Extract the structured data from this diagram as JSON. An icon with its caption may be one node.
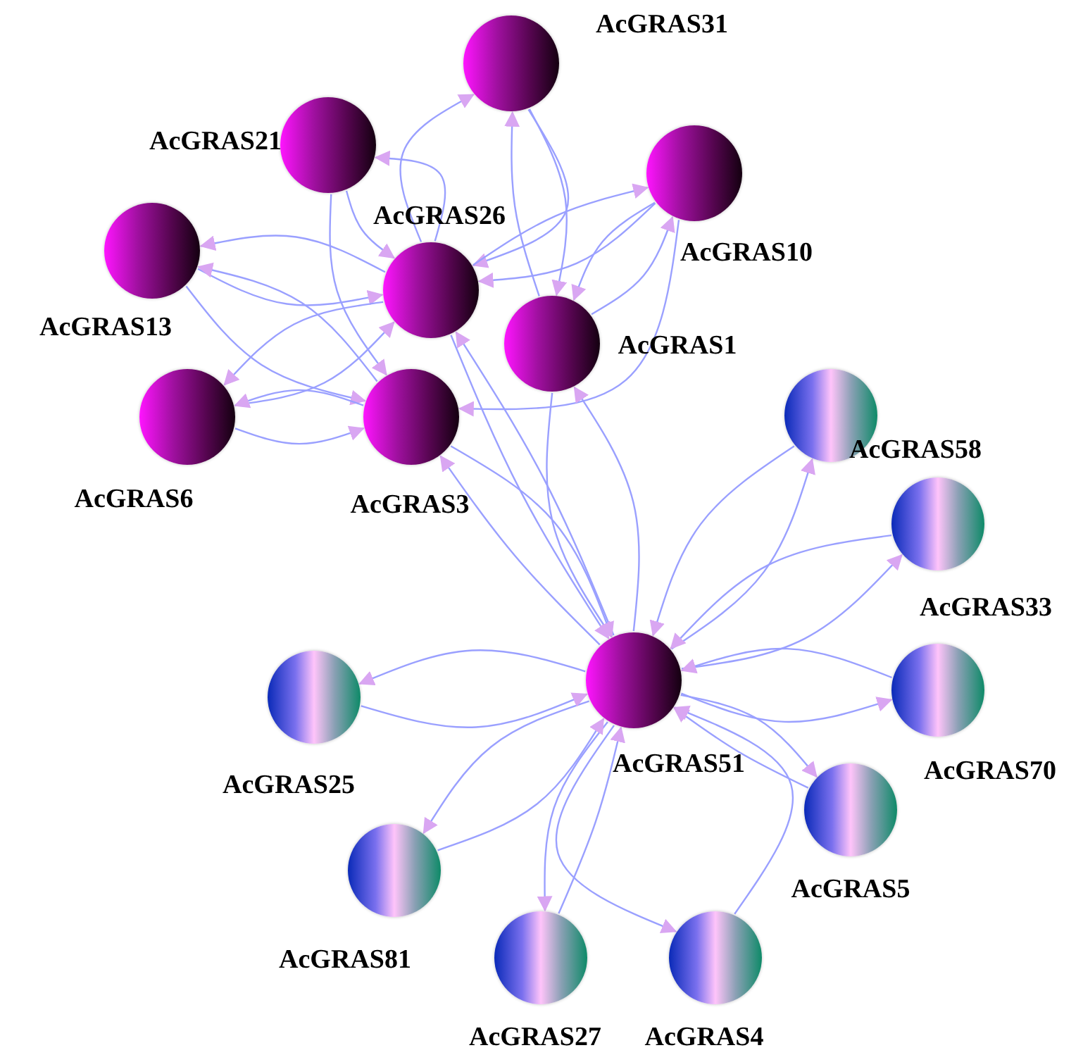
{
  "diagram": {
    "nodes": [
      {
        "text": [
          "AcGRAS21"
        ]
      },
      {
        "text": [
          "AcGRAS31"
        ]
      },
      {
        "text": [
          "AcGRAS10"
        ]
      },
      {
        "text": [
          "AcGRAS13"
        ]
      },
      {
        "text": [
          "AcGRAS26"
        ]
      },
      {
        "text": [
          "AcGRAS1"
        ]
      },
      {
        "text": [
          "AcGRAS6"
        ]
      },
      {
        "text": [
          "AcGRAS3"
        ]
      },
      {
        "text": [
          "AcGRAS51"
        ]
      },
      {
        "text": [
          "AcGRAS58"
        ]
      },
      {
        "text": [
          "AcGRAS33"
        ]
      },
      {
        "text": [
          "AcGRAS70"
        ]
      },
      {
        "text": [
          "AcGRAS5"
        ]
      },
      {
        "text": [
          "AcGRAS4"
        ]
      },
      {
        "text": [
          "AcGRAS27"
        ]
      },
      {
        "text": [
          "AcGRAS81"
        ]
      },
      {
        "text": [
          "AcGRAS25"
        ]
      }
    ],
    "edges": [
      {
        "from": 0,
        "to": 4,
        "arrow": "to"
      },
      {
        "from": 4,
        "to": 0,
        "arrow": "to"
      },
      {
        "from": 0,
        "to": 7,
        "arrow": "to"
      },
      {
        "from": 1,
        "to": 4,
        "arrow": "to"
      },
      {
        "from": 4,
        "to": 1,
        "arrow": "to"
      },
      {
        "from": 1,
        "to": 5,
        "arrow": "to"
      },
      {
        "from": 5,
        "to": 1,
        "arrow": "to"
      },
      {
        "from": 2,
        "to": 4,
        "arrow": "to"
      },
      {
        "from": 4,
        "to": 2,
        "arrow": "to"
      },
      {
        "from": 2,
        "to": 5,
        "arrow": "to"
      },
      {
        "from": 5,
        "to": 2,
        "arrow": "to"
      },
      {
        "from": 2,
        "to": 7,
        "arrow": "to"
      },
      {
        "from": 3,
        "to": 4,
        "arrow": "to"
      },
      {
        "from": 4,
        "to": 3,
        "arrow": "to"
      },
      {
        "from": 3,
        "to": 7,
        "arrow": "to"
      },
      {
        "from": 7,
        "to": 3,
        "arrow": "to"
      },
      {
        "from": 6,
        "to": 4,
        "arrow": "to"
      },
      {
        "from": 4,
        "to": 6,
        "arrow": "to"
      },
      {
        "from": 6,
        "to": 7,
        "arrow": "to"
      },
      {
        "from": 7,
        "to": 6,
        "arrow": "to"
      },
      {
        "from": 4,
        "to": 8,
        "arrow": "to"
      },
      {
        "from": 8,
        "to": 4,
        "arrow": "to"
      },
      {
        "from": 5,
        "to": 8,
        "arrow": "to"
      },
      {
        "from": 8,
        "to": 5,
        "arrow": "to"
      },
      {
        "from": 7,
        "to": 8,
        "arrow": "to"
      },
      {
        "from": 8,
        "to": 7,
        "arrow": "to"
      },
      {
        "from": 8,
        "to": 9,
        "arrow": "to"
      },
      {
        "from": 9,
        "to": 8,
        "arrow": "to"
      },
      {
        "from": 8,
        "to": 10,
        "arrow": "to"
      },
      {
        "from": 10,
        "to": 8,
        "arrow": "to"
      },
      {
        "from": 8,
        "to": 11,
        "arrow": "to"
      },
      {
        "from": 11,
        "to": 8,
        "arrow": "to"
      },
      {
        "from": 8,
        "to": 12,
        "arrow": "to"
      },
      {
        "from": 12,
        "to": 8,
        "arrow": "to"
      },
      {
        "from": 8,
        "to": 13,
        "arrow": "to"
      },
      {
        "from": 13,
        "to": 8,
        "arrow": "to"
      },
      {
        "from": 8,
        "to": 14,
        "arrow": "to"
      },
      {
        "from": 14,
        "to": 8,
        "arrow": "to"
      },
      {
        "from": 8,
        "to": 15,
        "arrow": "to"
      },
      {
        "from": 15,
        "to": 8,
        "arrow": "to"
      },
      {
        "from": 8,
        "to": 16,
        "arrow": "to"
      },
      {
        "from": 16,
        "to": 8,
        "arrow": "to"
      }
    ]
  }
}
